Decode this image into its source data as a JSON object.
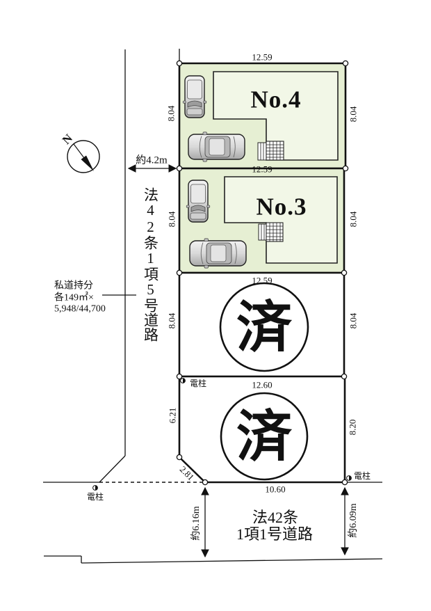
{
  "compass": {
    "north": "N"
  },
  "left_road": {
    "name": "法42条1項5号道路",
    "width": "約4.2m",
    "note_line1": "私道持分",
    "note_line2": "各149㎡×",
    "note_line3": "5,948/44,700"
  },
  "bottom_road": {
    "name_line1": "法42条",
    "name_line2": "1項1号道路",
    "left_width": "約6.16m",
    "right_width": "約6.09m"
  },
  "poles": {
    "left": "電柱",
    "middle": "電柱",
    "right": "電柱"
  },
  "plots": {
    "no4": {
      "label": "No.4",
      "width_top": "12.59",
      "width_bottom": "12.59",
      "depth_left": "8.04",
      "depth_right": "8.04"
    },
    "no3": {
      "label": "No.3",
      "depth_left": "8.04",
      "depth_right": "8.04"
    },
    "lot_a": {
      "status": "済",
      "width_top": "12.59",
      "depth_left": "8.04",
      "depth_right": "8.04"
    },
    "lot_b": {
      "status": "済",
      "width_top": "12.60",
      "width_bottom": "10.60",
      "edge_left": "6.21",
      "edge_right": "8.20",
      "edge_corner": "2.81"
    }
  }
}
